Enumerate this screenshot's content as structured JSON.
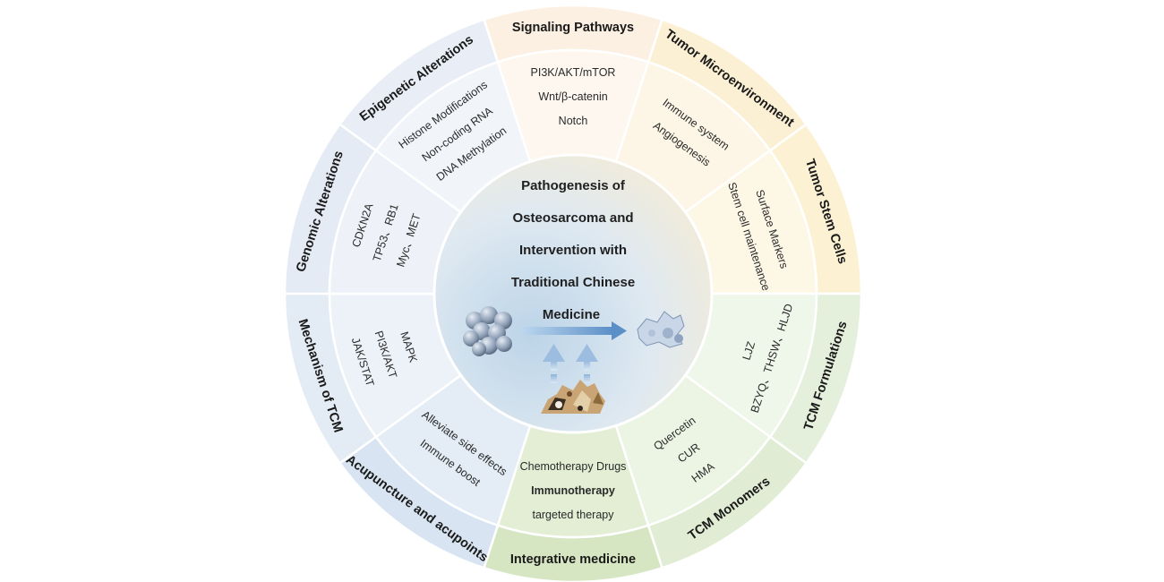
{
  "center": {
    "title_lines": [
      "Pathogenesis of",
      "Osteosarcoma and",
      "Intervention with",
      "Traditional Chinese",
      "Medicine"
    ]
  },
  "sectors": [
    {
      "header": "Signaling Pathways",
      "items": [
        "PI3K/AKT/mTOR",
        "Wnt/β-catenin",
        "Notch"
      ],
      "outer_color": "#fcf0e3",
      "inner_color": "#fdf7ef"
    },
    {
      "header": "Tumor Microenvironment",
      "items": [
        "Immune  system",
        "Angiogenesis"
      ],
      "outer_color": "#fcf0d4",
      "inner_color": "#fdf6e6"
    },
    {
      "header": "Tumor Stem Cells",
      "items": [
        "Surface Markers",
        "Stem cell maintenance"
      ],
      "outer_color": "#fcf1d3",
      "inner_color": "#fdf7e6"
    },
    {
      "header": "TCM Formulations",
      "items": [
        "LJZ",
        "BZYQ、THSW、HLJD"
      ],
      "outer_color": "#e4efdc",
      "inner_color": "#eff6ea"
    },
    {
      "header": "TCM Monomers",
      "items": [
        "Quercetin",
        "CUR",
        "HMA"
      ],
      "outer_color": "#e0ecd3",
      "inner_color": "#ecf4e4"
    },
    {
      "header": "Integrative medicine",
      "items": [
        "Chemotherapy Drugs",
        "Immunotherapy",
        "targeted therapy"
      ],
      "outer_color": "#d7e6c2",
      "inner_color": "#e3eed5"
    },
    {
      "header": "Acupuncture and acupoints",
      "items": [
        "Alleviate side effects",
        "Immune boost"
      ],
      "outer_color": "#d8e4f1",
      "inner_color": "#e4edf6"
    },
    {
      "header": "Mechanism of TCM",
      "items": [
        "MAPK",
        "PI3K/AKT",
        "JAK/STAT"
      ],
      "outer_color": "#e3ebf4",
      "inner_color": "#edf2f8"
    },
    {
      "header": "Genomic Alterations",
      "items": [
        "CDKN2A",
        "TP53、RB1",
        "Myc、MET"
      ],
      "outer_color": "#e5ebf5",
      "inner_color": "#eef2f8"
    },
    {
      "header": "Epigenetic Alterations",
      "items": [
        "Histone Modifications",
        "Non-coding RNA",
        "DNA Methylation"
      ],
      "outer_color": "#e8edf6",
      "inner_color": "#f1f4f9"
    }
  ]
}
